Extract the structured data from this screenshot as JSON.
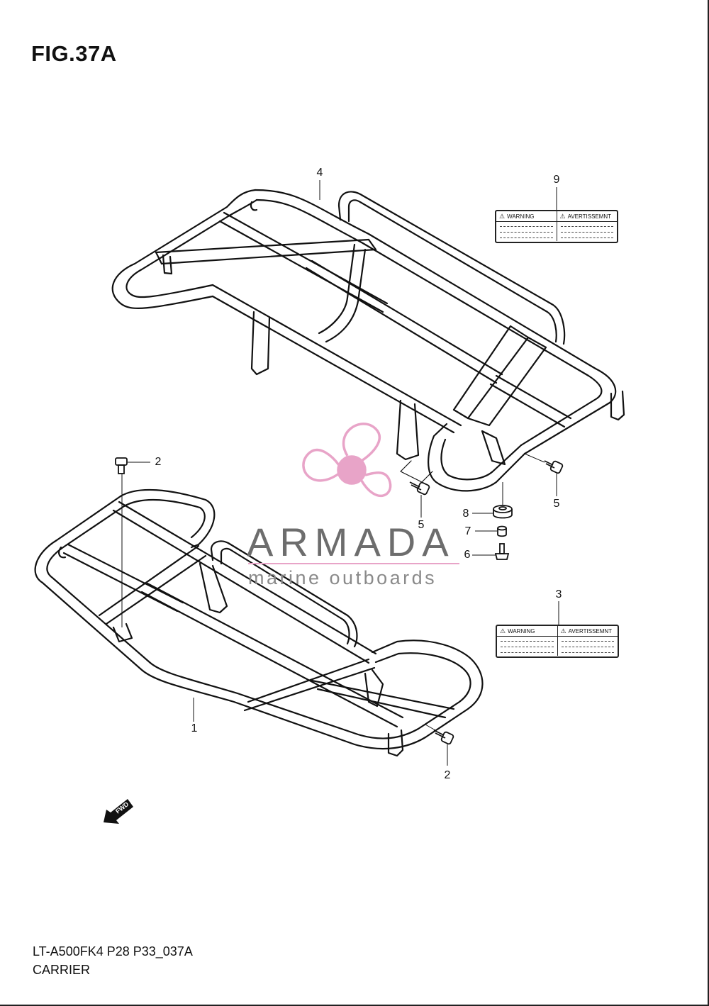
{
  "figure": {
    "title": "FIG.37A",
    "model_code": "LT-A500FK4 P28 P33_037A",
    "name": "CARRIER"
  },
  "callouts": [
    {
      "id": "callout-1",
      "text": "1"
    },
    {
      "id": "callout-2-top",
      "text": "2"
    },
    {
      "id": "callout-2-bottom",
      "text": "2"
    },
    {
      "id": "callout-3",
      "text": "3"
    },
    {
      "id": "callout-4",
      "text": "4"
    },
    {
      "id": "callout-5-left",
      "text": "5"
    },
    {
      "id": "callout-5-right",
      "text": "5"
    },
    {
      "id": "callout-6",
      "text": "6"
    },
    {
      "id": "callout-7",
      "text": "7"
    },
    {
      "id": "callout-8",
      "text": "8"
    },
    {
      "id": "callout-9",
      "text": "9"
    }
  ],
  "warning_labels": {
    "left": "WARNING",
    "right": "AVERTISSEMNT"
  },
  "fwd_arrow": "FWD",
  "watermark": {
    "main": "ARMADA",
    "sub": "marine outboards",
    "accent_color": "#e8a4c8"
  }
}
